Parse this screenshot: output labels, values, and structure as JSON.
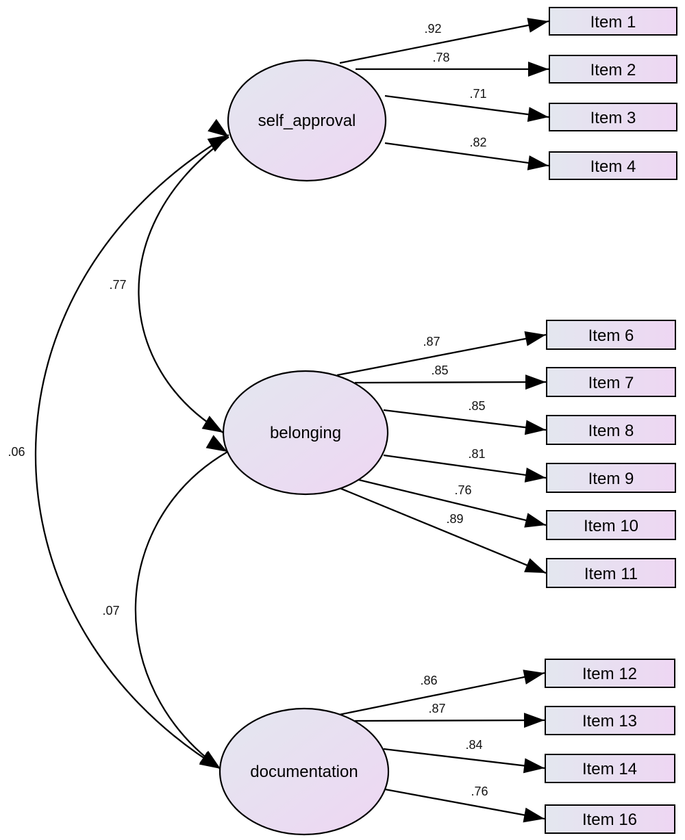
{
  "latents": [
    {
      "id": "self_approval",
      "label": "self_approval"
    },
    {
      "id": "belonging",
      "label": "belonging"
    },
    {
      "id": "documentation",
      "label": "documentation"
    }
  ],
  "items": [
    {
      "id": "i1",
      "label": "Item 1",
      "factor": "self_approval",
      "loading": ".92"
    },
    {
      "id": "i2",
      "label": "Item 2",
      "factor": "self_approval",
      "loading": ".78"
    },
    {
      "id": "i3",
      "label": "Item 3",
      "factor": "self_approval",
      "loading": ".71"
    },
    {
      "id": "i4",
      "label": "Item 4",
      "factor": "self_approval",
      "loading": ".82"
    },
    {
      "id": "i6",
      "label": "Item 6",
      "factor": "belonging",
      "loading": ".87"
    },
    {
      "id": "i7",
      "label": "Item 7",
      "factor": "belonging",
      "loading": ".85"
    },
    {
      "id": "i8",
      "label": "Item 8",
      "factor": "belonging",
      "loading": ".85"
    },
    {
      "id": "i9",
      "label": "Item 9",
      "factor": "belonging",
      "loading": ".81"
    },
    {
      "id": "i10",
      "label": "Item 10",
      "factor": "belonging",
      "loading": ".76"
    },
    {
      "id": "i11",
      "label": "Item 11",
      "factor": "belonging",
      "loading": ".89"
    },
    {
      "id": "i12",
      "label": "Item 12",
      "factor": "documentation",
      "loading": ".86"
    },
    {
      "id": "i13",
      "label": "Item 13",
      "factor": "documentation",
      "loading": ".87"
    },
    {
      "id": "i14",
      "label": "Item 14",
      "factor": "documentation",
      "loading": ".84"
    },
    {
      "id": "i16",
      "label": "Item 16",
      "factor": "documentation",
      "loading": ".76"
    }
  ],
  "correlations": [
    {
      "from": "self_approval",
      "to": "belonging",
      "value": ".77"
    },
    {
      "from": "self_approval",
      "to": "documentation",
      "value": ".06"
    },
    {
      "from": "belonging",
      "to": "documentation",
      "value": ".07"
    }
  ],
  "colors": {
    "node_fill_start": "#e3e7ef",
    "node_fill_end": "#eed6f3",
    "stroke": "#000000"
  }
}
